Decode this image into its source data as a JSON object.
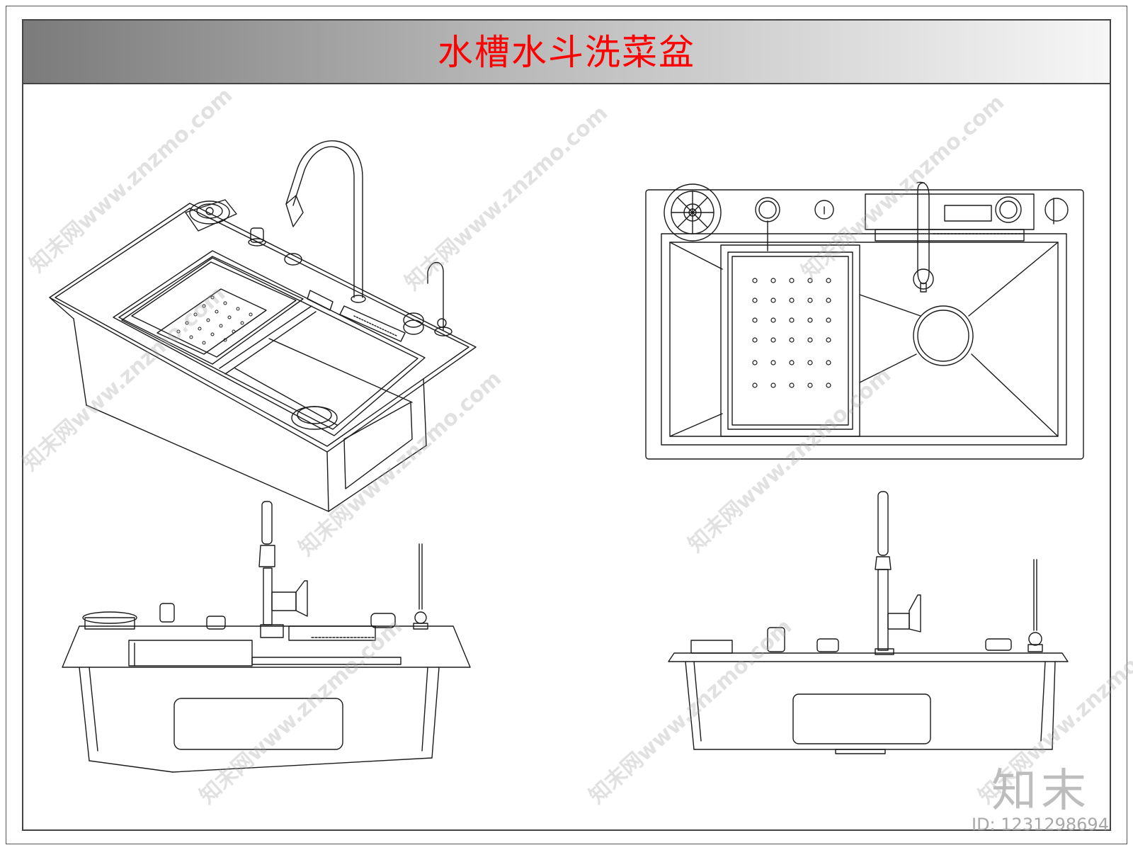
{
  "title": "水槽水斗洗菜盆",
  "title_color": "#ff0000",
  "watermark": {
    "site": "知末网www.znzmo.com"
  },
  "brand": {
    "logo_text": "知末",
    "id_text": "ID: 1231298694"
  },
  "views": [
    {
      "name": "isometric-view"
    },
    {
      "name": "top-plan-view"
    },
    {
      "name": "front-elevation-left"
    },
    {
      "name": "front-elevation-right"
    }
  ]
}
